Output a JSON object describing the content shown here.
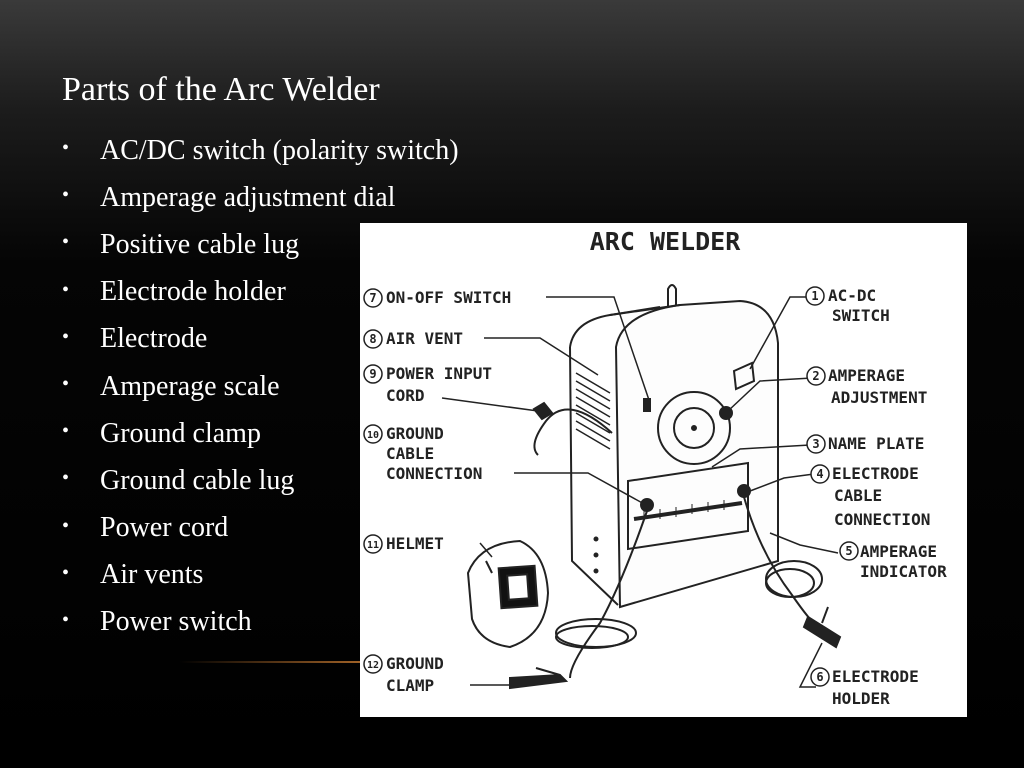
{
  "slide": {
    "title": "Parts of the Arc Welder",
    "bullets": [
      "AC/DC switch (polarity switch)",
      "Amperage adjustment dial",
      "Positive cable lug",
      "Electrode holder",
      "Electrode",
      "Amperage scale",
      "Ground clamp",
      "Ground cable lug",
      "Power cord",
      "Air vents",
      "Power switch"
    ],
    "bullet_glyph": "•"
  },
  "diagram": {
    "heading": "ARC WELDER",
    "labels": {
      "l1": {
        "num": "1",
        "lines": [
          "AC-DC",
          "SWITCH"
        ]
      },
      "l2": {
        "num": "2",
        "lines": [
          "AMPERAGE",
          "ADJUSTMENT"
        ]
      },
      "l3": {
        "num": "3",
        "lines": [
          "NAME PLATE"
        ]
      },
      "l4": {
        "num": "4",
        "lines": [
          "ELECTRODE",
          "CABLE",
          "CONNECTION"
        ]
      },
      "l5": {
        "num": "5",
        "lines": [
          "AMPERAGE",
          "INDICATOR"
        ]
      },
      "l6": {
        "num": "6",
        "lines": [
          "ELECTRODE",
          "HOLDER"
        ]
      },
      "l7": {
        "num": "7",
        "lines": [
          "ON-OFF SWITCH"
        ]
      },
      "l8": {
        "num": "8",
        "lines": [
          "AIR VENT"
        ]
      },
      "l9": {
        "num": "9",
        "lines": [
          "POWER INPUT",
          "CORD"
        ]
      },
      "l10": {
        "num": "10",
        "lines": [
          "GROUND",
          "CABLE",
          "CONNECTION"
        ]
      },
      "l11": {
        "num": "11",
        "lines": [
          "HELMET"
        ]
      },
      "l12": {
        "num": "12",
        "lines": [
          "GROUND",
          "CLAMP"
        ]
      }
    }
  },
  "colors": {
    "accent": "#c47830",
    "figure_background": "#ffffff",
    "ink": "#222222"
  }
}
